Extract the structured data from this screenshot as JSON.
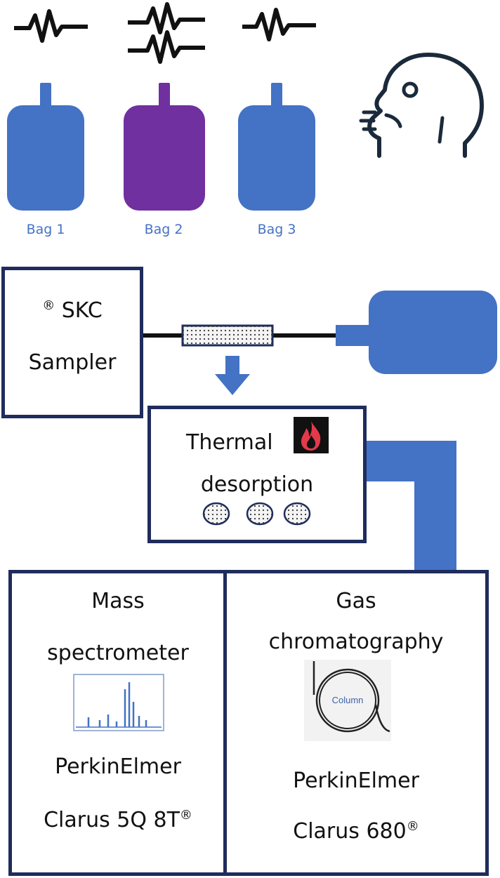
{
  "bags": [
    {
      "label": "Bag 1",
      "color": "#4472c4"
    },
    {
      "label": "Bag 2",
      "color": "#7030a0"
    },
    {
      "label": "Bag 3",
      "color": "#4472c4"
    }
  ],
  "sampler": {
    "registered": "®",
    "line1": "SKC",
    "line2": "Sampler"
  },
  "thermal": {
    "line1": "Thermal",
    "line2": "desorption"
  },
  "ms": {
    "line1": "Mass",
    "line2": "spectrometer",
    "brand": "PerkinElmer",
    "model": "Clarus 5Q 8T",
    "registered": "®"
  },
  "gc": {
    "line1": "Gas",
    "line2": "chromatography",
    "column_label": "Column",
    "brand": "PerkinElmer",
    "model": "Clarus 680",
    "registered": "®"
  },
  "icons": {
    "breath": "breath-waveform-icon",
    "head": "human-head-exhaling-icon",
    "flame": "flame-icon",
    "spectrum": "mass-spectrum-icon",
    "column": "gc-column-coil-icon"
  },
  "colors": {
    "accent_blue": "#4472c4",
    "purple": "#7030a0",
    "box_border": "#1f2d5c"
  }
}
